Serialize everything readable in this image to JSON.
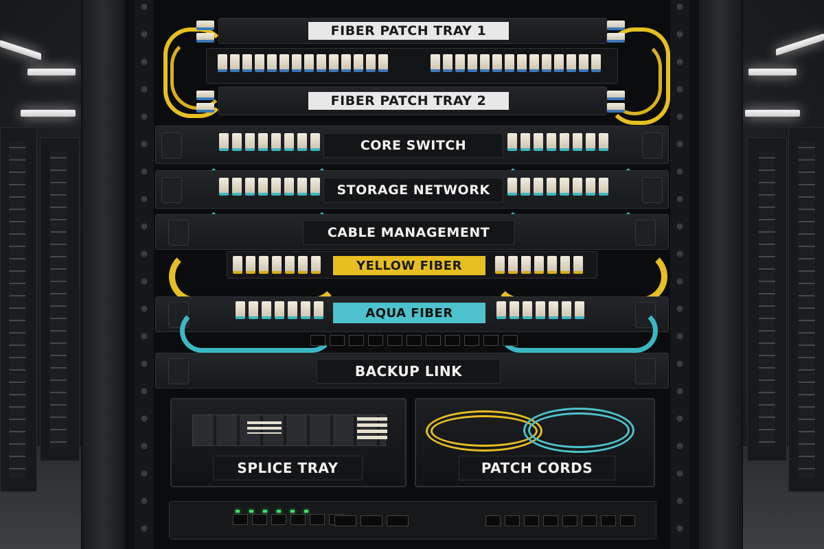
{
  "scene": {
    "labels": {
      "tray1": "FIBER PATCH TRAY 1",
      "tray2": "FIBER PATCH TRAY 2",
      "core": "CORE SWITCH",
      "storage": "STORAGE NETWORK",
      "mgmt": "CABLE MANAGEMENT",
      "yellow": "YELLOW FIBER",
      "aqua": "AQUA FIBER",
      "backup": "BACKUP LINK",
      "splice": "SPLICE TRAY",
      "cords": "PATCH CORDS"
    },
    "colors": {
      "yellow_fiber": "#e7bf22",
      "aqua_fiber": "#4cc3cc",
      "rack": "#18191b"
    }
  }
}
